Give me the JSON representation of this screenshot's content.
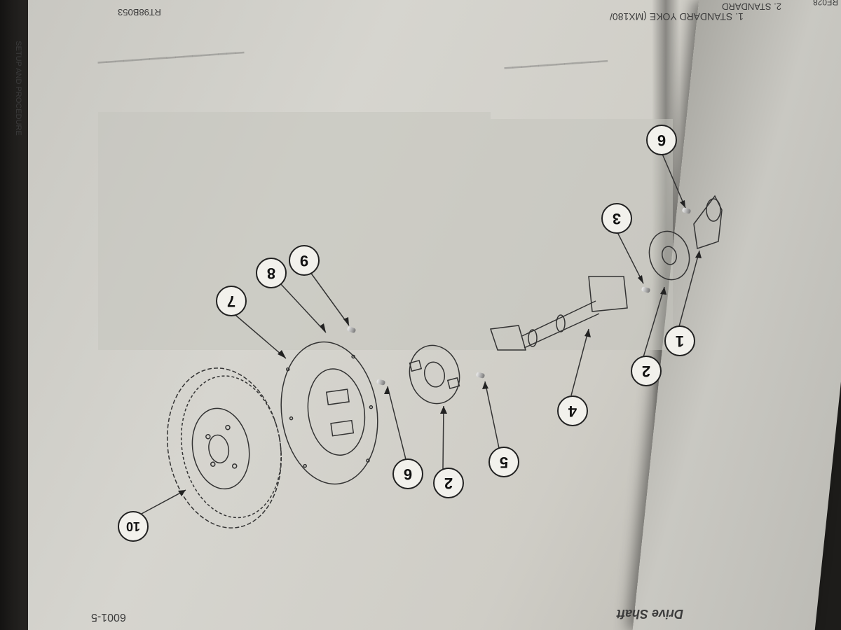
{
  "header": {
    "figure_code": "RT98B053",
    "caption_line1": "1. STANDARD YOKE (MX180/",
    "caption_line2": "2. STANDARD"
  },
  "footer": {
    "page_number": "6001-5",
    "section_title": "Drive Shaft"
  },
  "sidebar": {
    "edge_text": "SETUP AND PROCEDURE",
    "right_page_code": "RF028"
  },
  "callouts": [
    {
      "label": "1",
      "name": "callout-1"
    },
    {
      "label": "2",
      "name": "callout-2-right"
    },
    {
      "label": "3",
      "name": "callout-3"
    },
    {
      "label": "4",
      "name": "callout-4"
    },
    {
      "label": "5",
      "name": "callout-5"
    },
    {
      "label": "2",
      "name": "callout-2-center"
    },
    {
      "label": "6",
      "name": "callout-6-bottom"
    },
    {
      "label": "6",
      "name": "callout-6-top"
    },
    {
      "label": "7",
      "name": "callout-7"
    },
    {
      "label": "8",
      "name": "callout-8"
    },
    {
      "label": "9",
      "name": "callout-9"
    },
    {
      "label": "10",
      "name": "callout-10"
    }
  ],
  "colors": {
    "paper": "#d6d5cf",
    "ink": "#222222"
  }
}
